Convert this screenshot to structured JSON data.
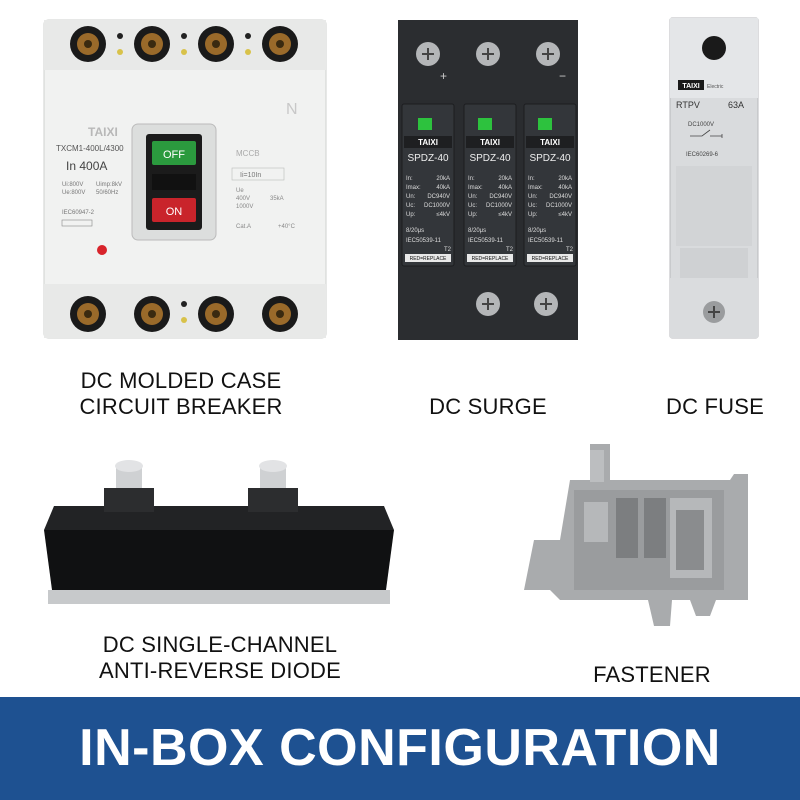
{
  "products": [
    {
      "id": "mccb",
      "caption_lines": [
        "DC MOLDED CASE",
        "CIRCUIT BREAKER"
      ],
      "labels": {
        "brand": "TAIXI",
        "model": "TXCM1-400L/4300",
        "rating": "In 400A",
        "off": "OFF",
        "on": "ON",
        "series": "MCCB",
        "ii": "Ii=10In",
        "specs": [
          "Ui:800V",
          "Uimp:8kV",
          "Ue:800V",
          "50/60Hz"
        ],
        "standard": "IEC60947-2",
        "ue_lines": [
          "Ue",
          "400V",
          "1000V"
        ],
        "ics": "35kA",
        "cat": "Cat.A",
        "temp": "+40°C",
        "terminal_letter": "N"
      }
    },
    {
      "id": "surge",
      "caption_lines": [
        "DC SURGE"
      ],
      "labels": {
        "brand": "TAIXI",
        "model": "SPDZ-40",
        "specs": [
          "In:",
          "20kA",
          "Imax:",
          "40kA",
          "Un:",
          "DC940V",
          "Uc:",
          "DC1000V",
          "Up:",
          "≤4kV"
        ],
        "wave": "8/20μs",
        "standard": "IEC50539-11",
        "class": "T2",
        "replace": "RED=REPLACE",
        "plus": "+",
        "minus": "−"
      }
    },
    {
      "id": "fuse",
      "caption_lines": [
        "DC FUSE"
      ],
      "labels": {
        "brand": "TAIXI",
        "brand_sub": "Electric",
        "model": "RTPV",
        "rating": "63A",
        "voltage": "DC1000V",
        "standard": "IEC60269-6"
      }
    },
    {
      "id": "diode",
      "caption_lines": [
        "DC SINGLE-CHANNEL",
        "ANTI-REVERSE DIODE"
      ]
    },
    {
      "id": "fastener",
      "caption_lines": [
        "FASTENER"
      ]
    }
  ],
  "banner": {
    "title": "IN-BOX CONFIGURATION",
    "color": "#1e5191"
  }
}
